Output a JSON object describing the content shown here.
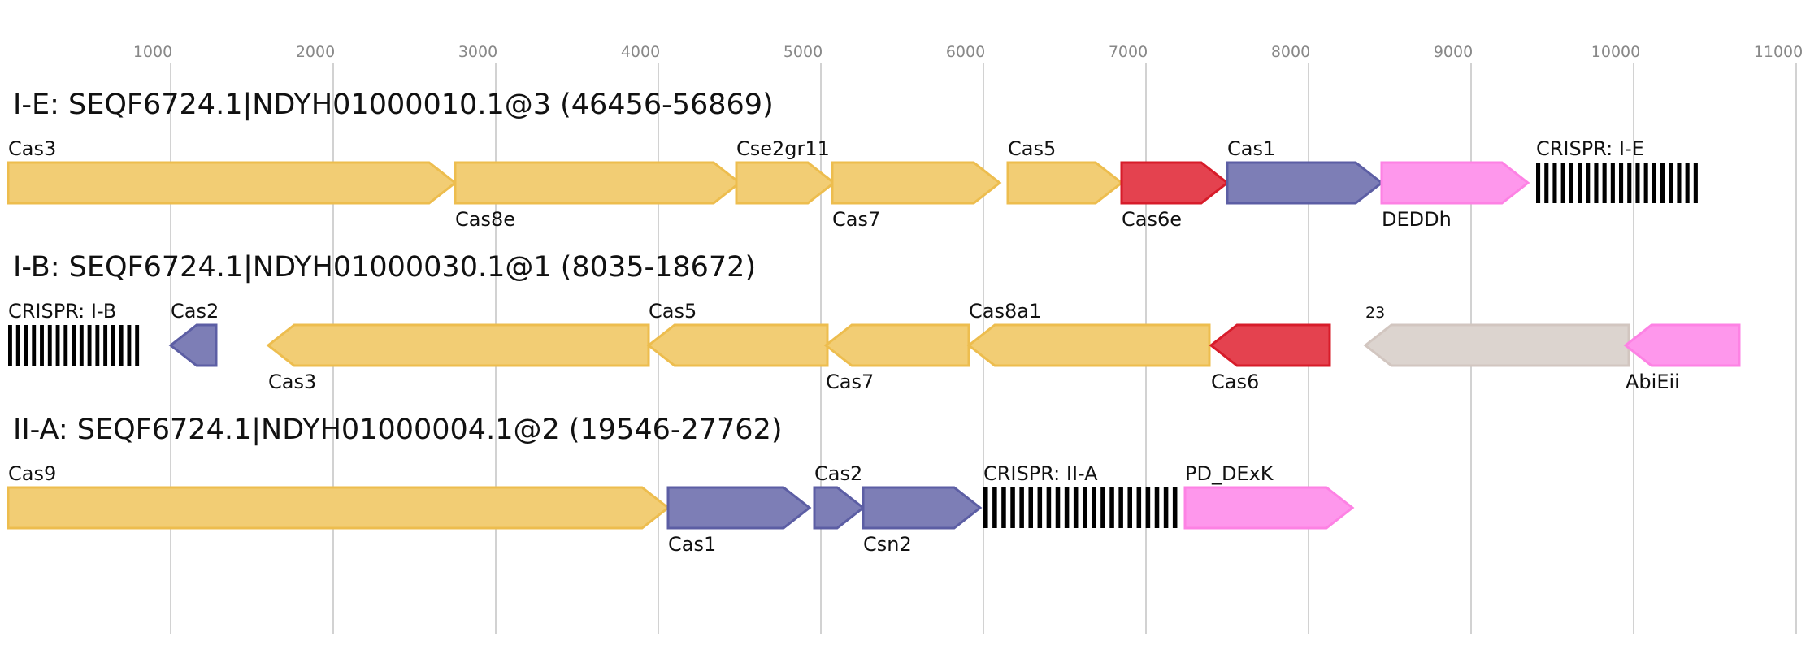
{
  "axis": {
    "ticks": [
      1000,
      2000,
      3000,
      4000,
      5000,
      6000,
      7000,
      8000,
      9000,
      10000,
      11000
    ],
    "range": [
      0,
      11000
    ]
  },
  "colors": {
    "orange": {
      "fill": "#f2cd74",
      "stroke": "#edbd4e"
    },
    "blue": {
      "fill": "#7d7eb6",
      "stroke": "#5c5ea4"
    },
    "red": {
      "fill": "#e4424f",
      "stroke": "#d71c2a"
    },
    "pink": {
      "fill": "#fe97ec",
      "stroke": "#fd82e4"
    },
    "grey": {
      "fill": "#dcd4cf",
      "stroke": "#d2c6c0"
    },
    "crispr": "#000000"
  },
  "tracks": [
    {
      "title": "I-E: SEQF6724.1|NDYH01000010.1@3 (46456-56869)",
      "genes": [
        {
          "label": "Cas3",
          "start": 0,
          "end": 2750,
          "strand": 1,
          "color": "orange",
          "label_pos": "above"
        },
        {
          "label": "Cas8e",
          "start": 2750,
          "end": 4500,
          "strand": 1,
          "color": "orange",
          "label_pos": "below"
        },
        {
          "label": "Cse2gr11",
          "start": 4480,
          "end": 5080,
          "strand": 1,
          "color": "orange",
          "label_pos": "above"
        },
        {
          "label": "Cas7",
          "start": 5070,
          "end": 6100,
          "strand": 1,
          "color": "orange",
          "label_pos": "below"
        },
        {
          "label": "Cas5",
          "start": 6150,
          "end": 6850,
          "strand": 1,
          "color": "orange",
          "label_pos": "above"
        },
        {
          "label": "Cas6e",
          "start": 6850,
          "end": 7500,
          "strand": 1,
          "color": "red",
          "label_pos": "below"
        },
        {
          "label": "Cas1",
          "start": 7500,
          "end": 8450,
          "strand": 1,
          "color": "blue",
          "label_pos": "above"
        },
        {
          "label": "DEDDh",
          "start": 8450,
          "end": 9350,
          "strand": 1,
          "color": "pink",
          "label_pos": "below"
        },
        {
          "label": "CRISPR: I-E",
          "start": 9400,
          "end": 10420,
          "type": "crispr",
          "repeats": 20,
          "label_pos": "above"
        }
      ]
    },
    {
      "title": "I-B: SEQF6724.1|NDYH01000030.1@1 (8035-18672)",
      "genes": [
        {
          "label": "CRISPR: I-B",
          "start": 0,
          "end": 830,
          "type": "crispr",
          "repeats": 17,
          "label_pos": "above"
        },
        {
          "label": "Cas2",
          "start": 1000,
          "end": 1280,
          "strand": -1,
          "color": "blue",
          "label_pos": "above"
        },
        {
          "label": "Cas3",
          "start": 1600,
          "end": 3940,
          "strand": -1,
          "color": "orange",
          "label_pos": "below"
        },
        {
          "label": "Cas5",
          "start": 3940,
          "end": 5040,
          "strand": -1,
          "color": "orange",
          "label_pos": "above"
        },
        {
          "label": "Cas7",
          "start": 5030,
          "end": 5910,
          "strand": -1,
          "color": "orange",
          "label_pos": "below"
        },
        {
          "label": "Cas8a1",
          "start": 5910,
          "end": 7390,
          "strand": -1,
          "color": "orange",
          "label_pos": "above"
        },
        {
          "label": "Cas6",
          "start": 7400,
          "end": 8130,
          "strand": -1,
          "color": "red",
          "label_pos": "below"
        },
        {
          "label": "23",
          "start": 8350,
          "end": 9970,
          "strand": -1,
          "color": "grey",
          "label_pos": "above",
          "small": true
        },
        {
          "label": "AbiEii",
          "start": 9950,
          "end": 10650,
          "strand": -1,
          "color": "pink",
          "label_pos": "below"
        }
      ]
    },
    {
      "title": "II-A: SEQF6724.1|NDYH01000004.1@2 (19546-27762)",
      "genes": [
        {
          "label": "Cas9",
          "start": 0,
          "end": 4060,
          "strand": 1,
          "color": "orange",
          "label_pos": "above"
        },
        {
          "label": "Cas1",
          "start": 4060,
          "end": 4930,
          "strand": 1,
          "color": "blue",
          "label_pos": "below"
        },
        {
          "label": "Cas2",
          "start": 4960,
          "end": 5260,
          "strand": 1,
          "color": "blue",
          "label_pos": "above"
        },
        {
          "label": "Csn2",
          "start": 5260,
          "end": 5980,
          "strand": 1,
          "color": "blue",
          "label_pos": "below"
        },
        {
          "label": "CRISPR: II-A",
          "start": 6000,
          "end": 7220,
          "type": "crispr",
          "repeats": 22,
          "label_pos": "above"
        },
        {
          "label": "PD_DExK",
          "start": 7240,
          "end": 8270,
          "strand": 1,
          "color": "pink",
          "label_pos": "above"
        }
      ]
    }
  ]
}
